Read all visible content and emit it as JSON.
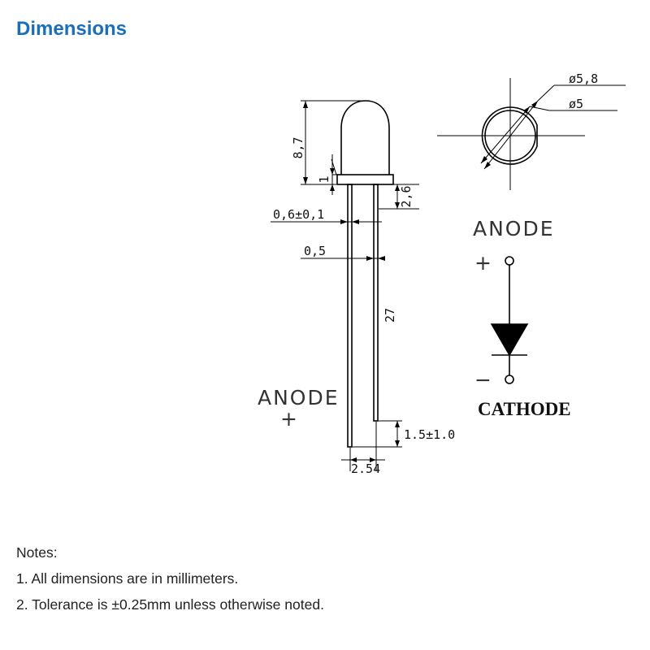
{
  "title": "Dimensions",
  "diagram": {
    "dims": {
      "height": "8,7",
      "flange": "1",
      "base": "2,6",
      "lead_width": "0,6±0,1",
      "lead_thickness": "0,5",
      "lead_length": "27",
      "lead_offset": "1.5±1.0",
      "pitch": "2.54",
      "outer_diameter": "ø5,8",
      "inner_diameter": "ø5"
    },
    "anode_label": "ANODE",
    "anode_plus": "+",
    "schematic_anode_label": "ANODE",
    "schematic_plus": "+",
    "schematic_minus": "−",
    "cathode_label": "CATHODE"
  },
  "notes": {
    "heading": "Notes:",
    "items": [
      "1. All dimensions are in millimeters.",
      "2. Tolerance is ±0.25mm unless otherwise noted."
    ]
  }
}
